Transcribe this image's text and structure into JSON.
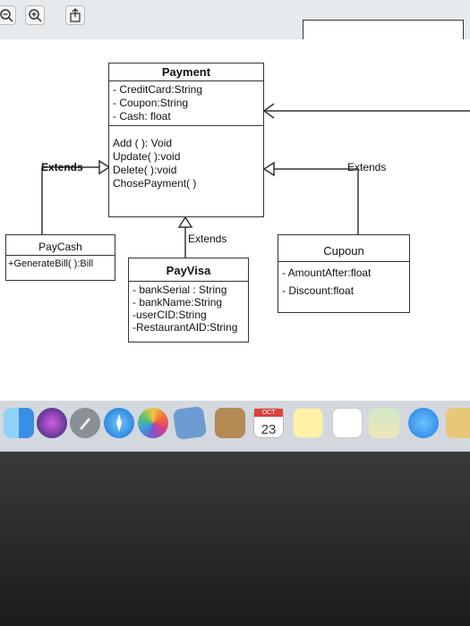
{
  "toolbar": {
    "zoom_out_icon": "zoom-out-icon",
    "zoom_in_icon": "zoom-in-icon",
    "share_icon": "share-icon"
  },
  "diagram": {
    "payment": {
      "title": "Payment",
      "attributes": [
        "- CreditCard:String",
        "- Coupon:String",
        "- Cash: float"
      ],
      "methods": [
        "Add ( ): Void",
        "Update( ):void",
        "Delete( ):void",
        "ChosePayment( )"
      ]
    },
    "paycash": {
      "title": "PayCash",
      "methods": [
        "+GenerateBill( ):Bill"
      ]
    },
    "payvisa": {
      "title": "PayVisa",
      "attributes": [
        "- bankSerial : String",
        "- bankName:String",
        "-userCID:String",
        "-RestaurantAID:String"
      ]
    },
    "cupoun": {
      "title": "Cupoun",
      "attributes": [
        "- AmountAfter:float",
        "- Discount:float"
      ]
    },
    "labels": {
      "extends_left": "Extends",
      "extends_right": "Extends",
      "extends_middle": "Extends"
    }
  },
  "dock": {
    "calendar_month": "OCT",
    "calendar_day": "23",
    "icons": [
      "finder-icon",
      "siri-icon",
      "launchpad-icon",
      "safari-icon",
      "photos-icon",
      "mail-icon",
      "notes-icon",
      "calendar-icon",
      "stickies-icon",
      "reminders-icon",
      "maps-icon",
      "messages-icon",
      "preview-icon"
    ]
  },
  "colors": {
    "canvas": "#ffffff",
    "line": "#333333",
    "dock": "#d2d7dc"
  }
}
